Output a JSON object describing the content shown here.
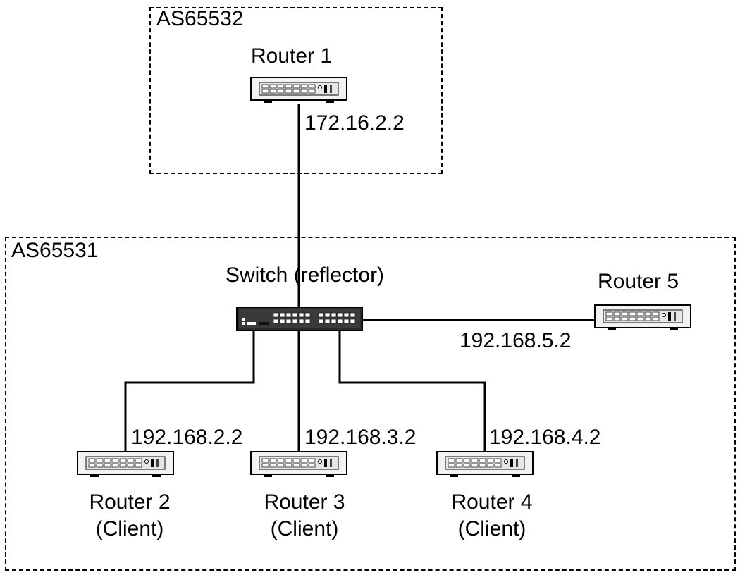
{
  "as_domains": [
    {
      "name": "AS65532"
    },
    {
      "name": "AS65531"
    }
  ],
  "switch": {
    "label": "Switch (reflector)"
  },
  "routers": [
    {
      "name": "Router 1",
      "role": "",
      "ip": "172.16.2.2"
    },
    {
      "name": "Router 2",
      "role": "(Client)",
      "ip": "192.168.2.2"
    },
    {
      "name": "Router 3",
      "role": "(Client)",
      "ip": "192.168.3.2"
    },
    {
      "name": "Router 4",
      "role": "(Client)",
      "ip": "192.168.4.2"
    },
    {
      "name": "Router 5",
      "role": "",
      "ip": "192.168.5.2"
    }
  ]
}
